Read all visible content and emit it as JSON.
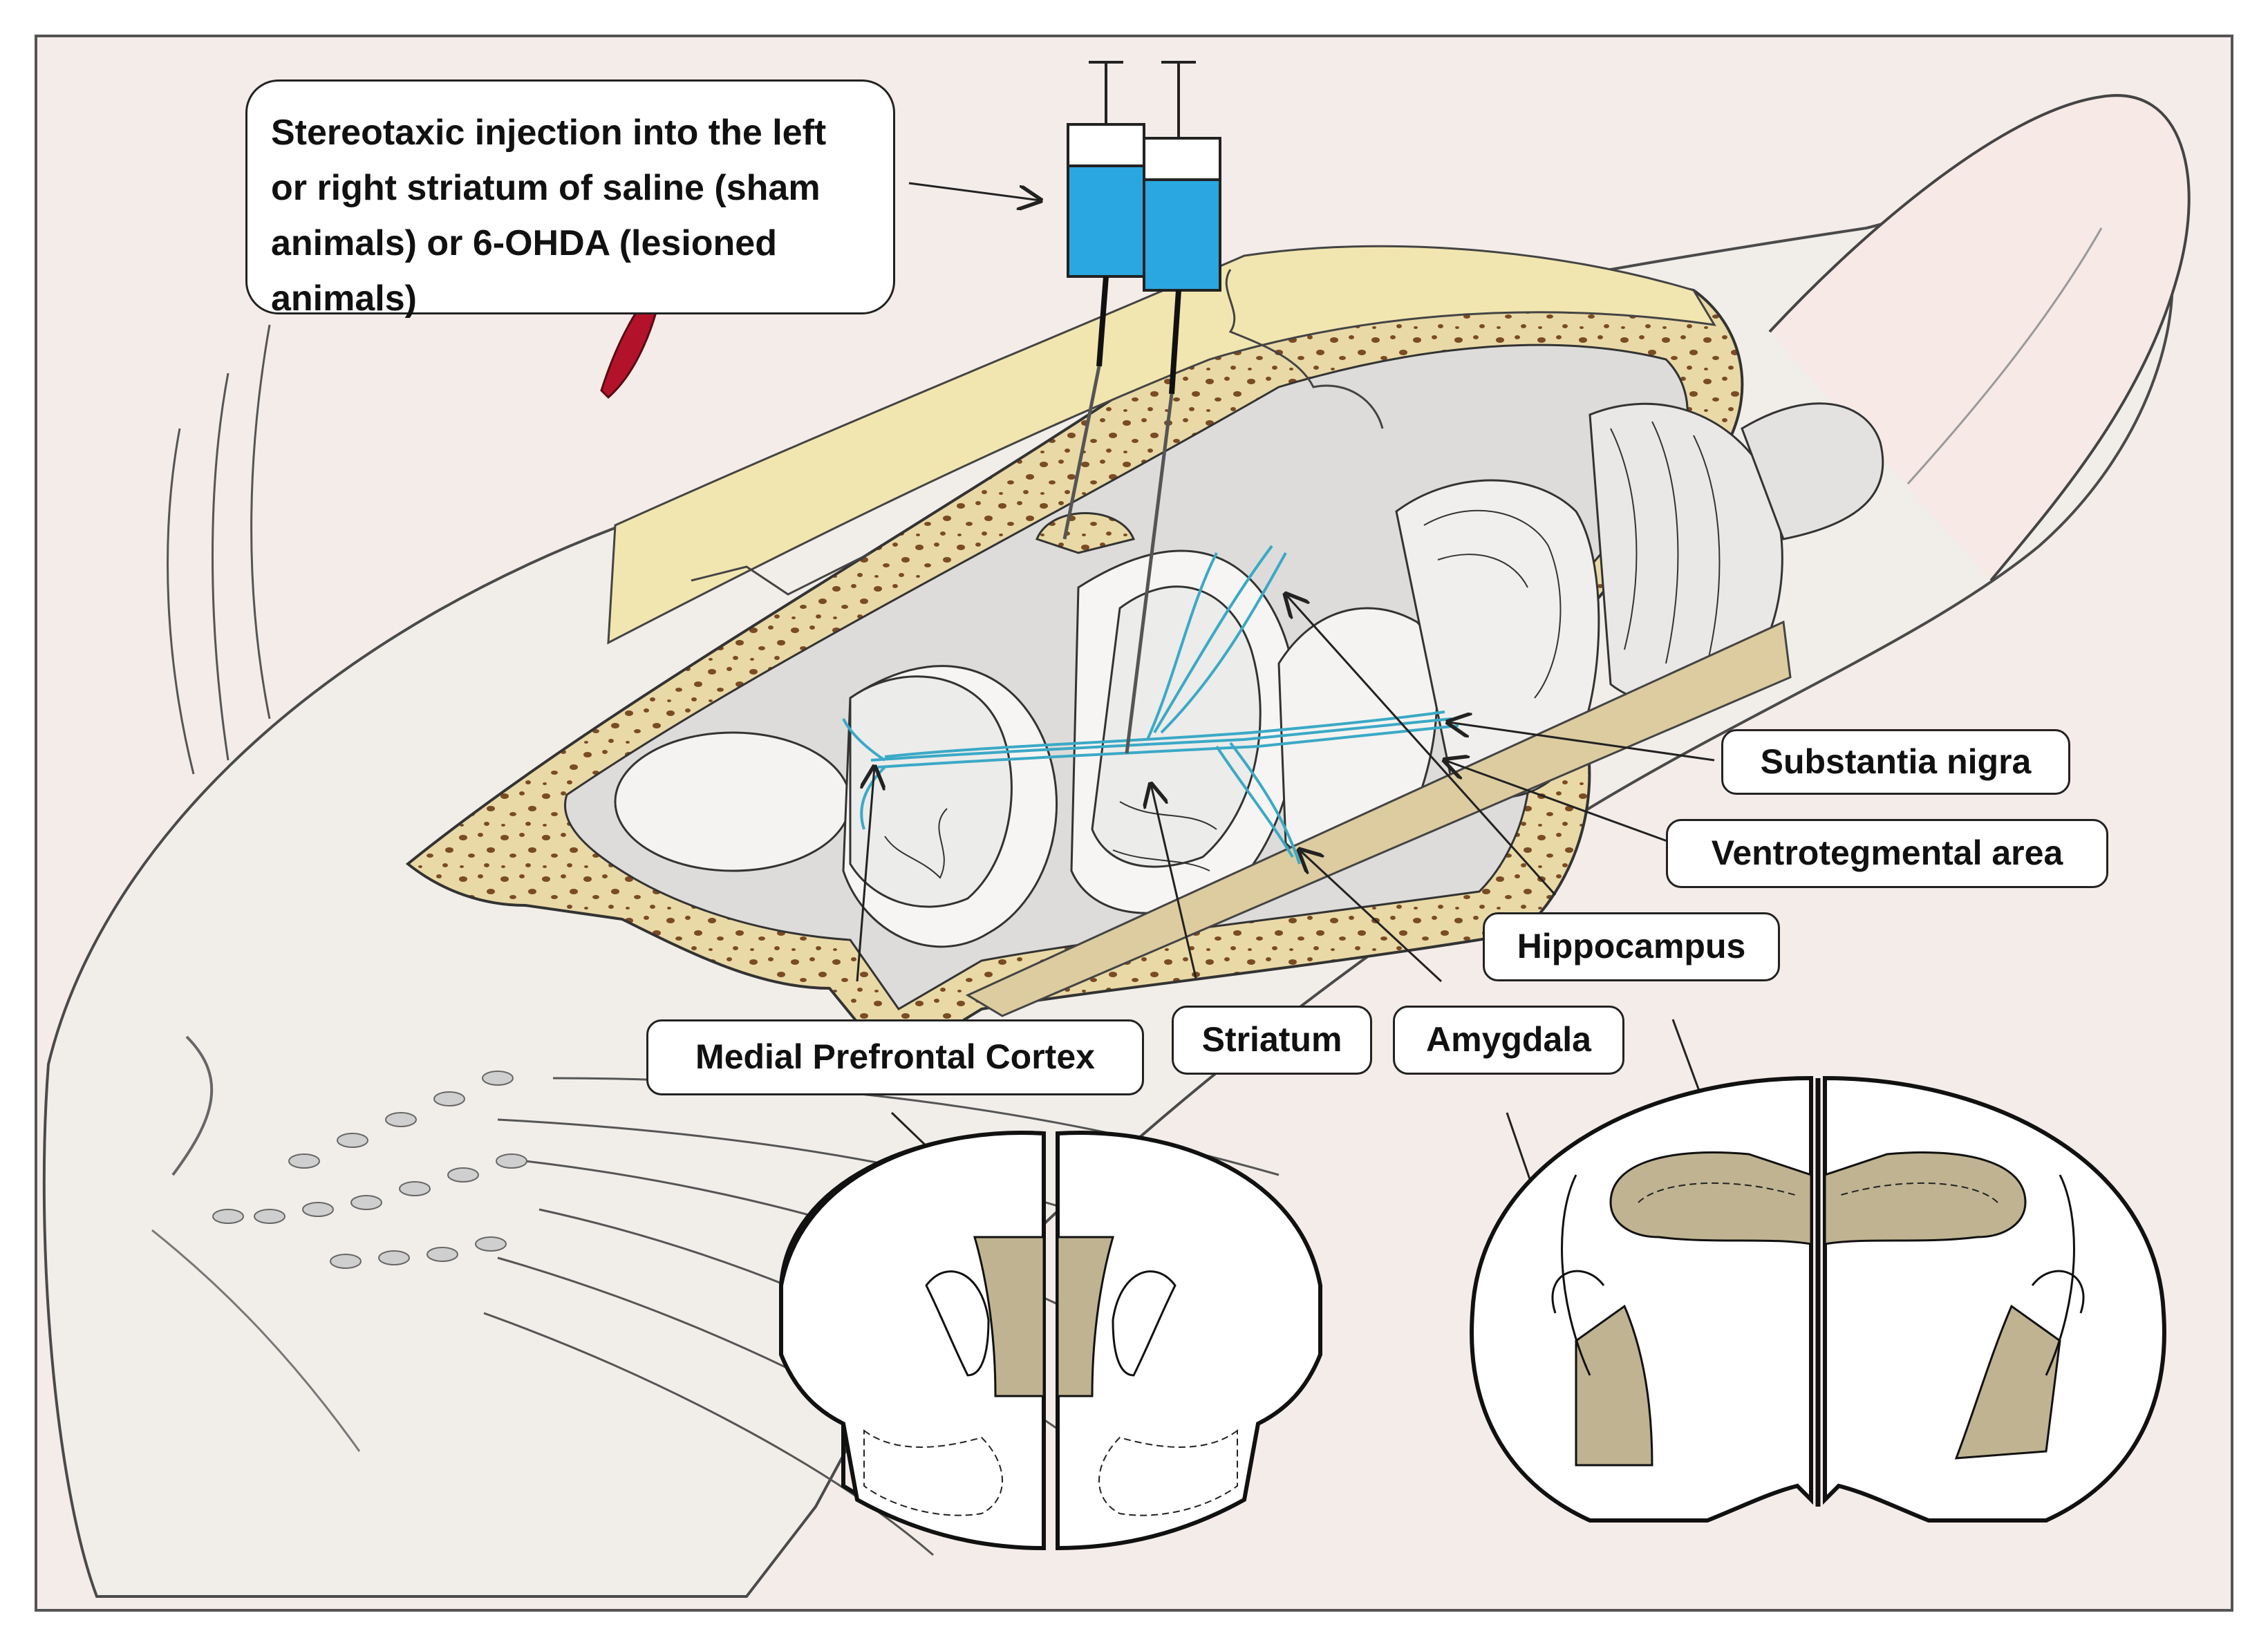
{
  "figure": {
    "labels": {
      "injection": "Stereotaxic injection into the left or right striatum of saline  (sham animals) or 6-OHDA (lesioned animals)",
      "substantia_nigra": "Substantia nigra",
      "ventrotegmental_area": "Ventrotegmental area",
      "hippocampus": "Hippocampus",
      "medial_prefrontal_cortex": "Medial Prefrontal Cortex",
      "striatum": "Striatum",
      "amygdala": "Amygdala"
    },
    "colors": {
      "region_fill": "#bfb391",
      "syringe_fluid": "#2aa7e0",
      "dopamine_pathway": "#3aa9c6",
      "skull_bone": "#e9d9a6",
      "bone_speckle": "#7a4b24",
      "skin_background": "#f4ece9",
      "eye": "#b3132a",
      "outline": "#222222"
    },
    "icons": [
      "syringe-icon",
      "rat-head-illustration",
      "coronal-brain-section-icon"
    ]
  }
}
